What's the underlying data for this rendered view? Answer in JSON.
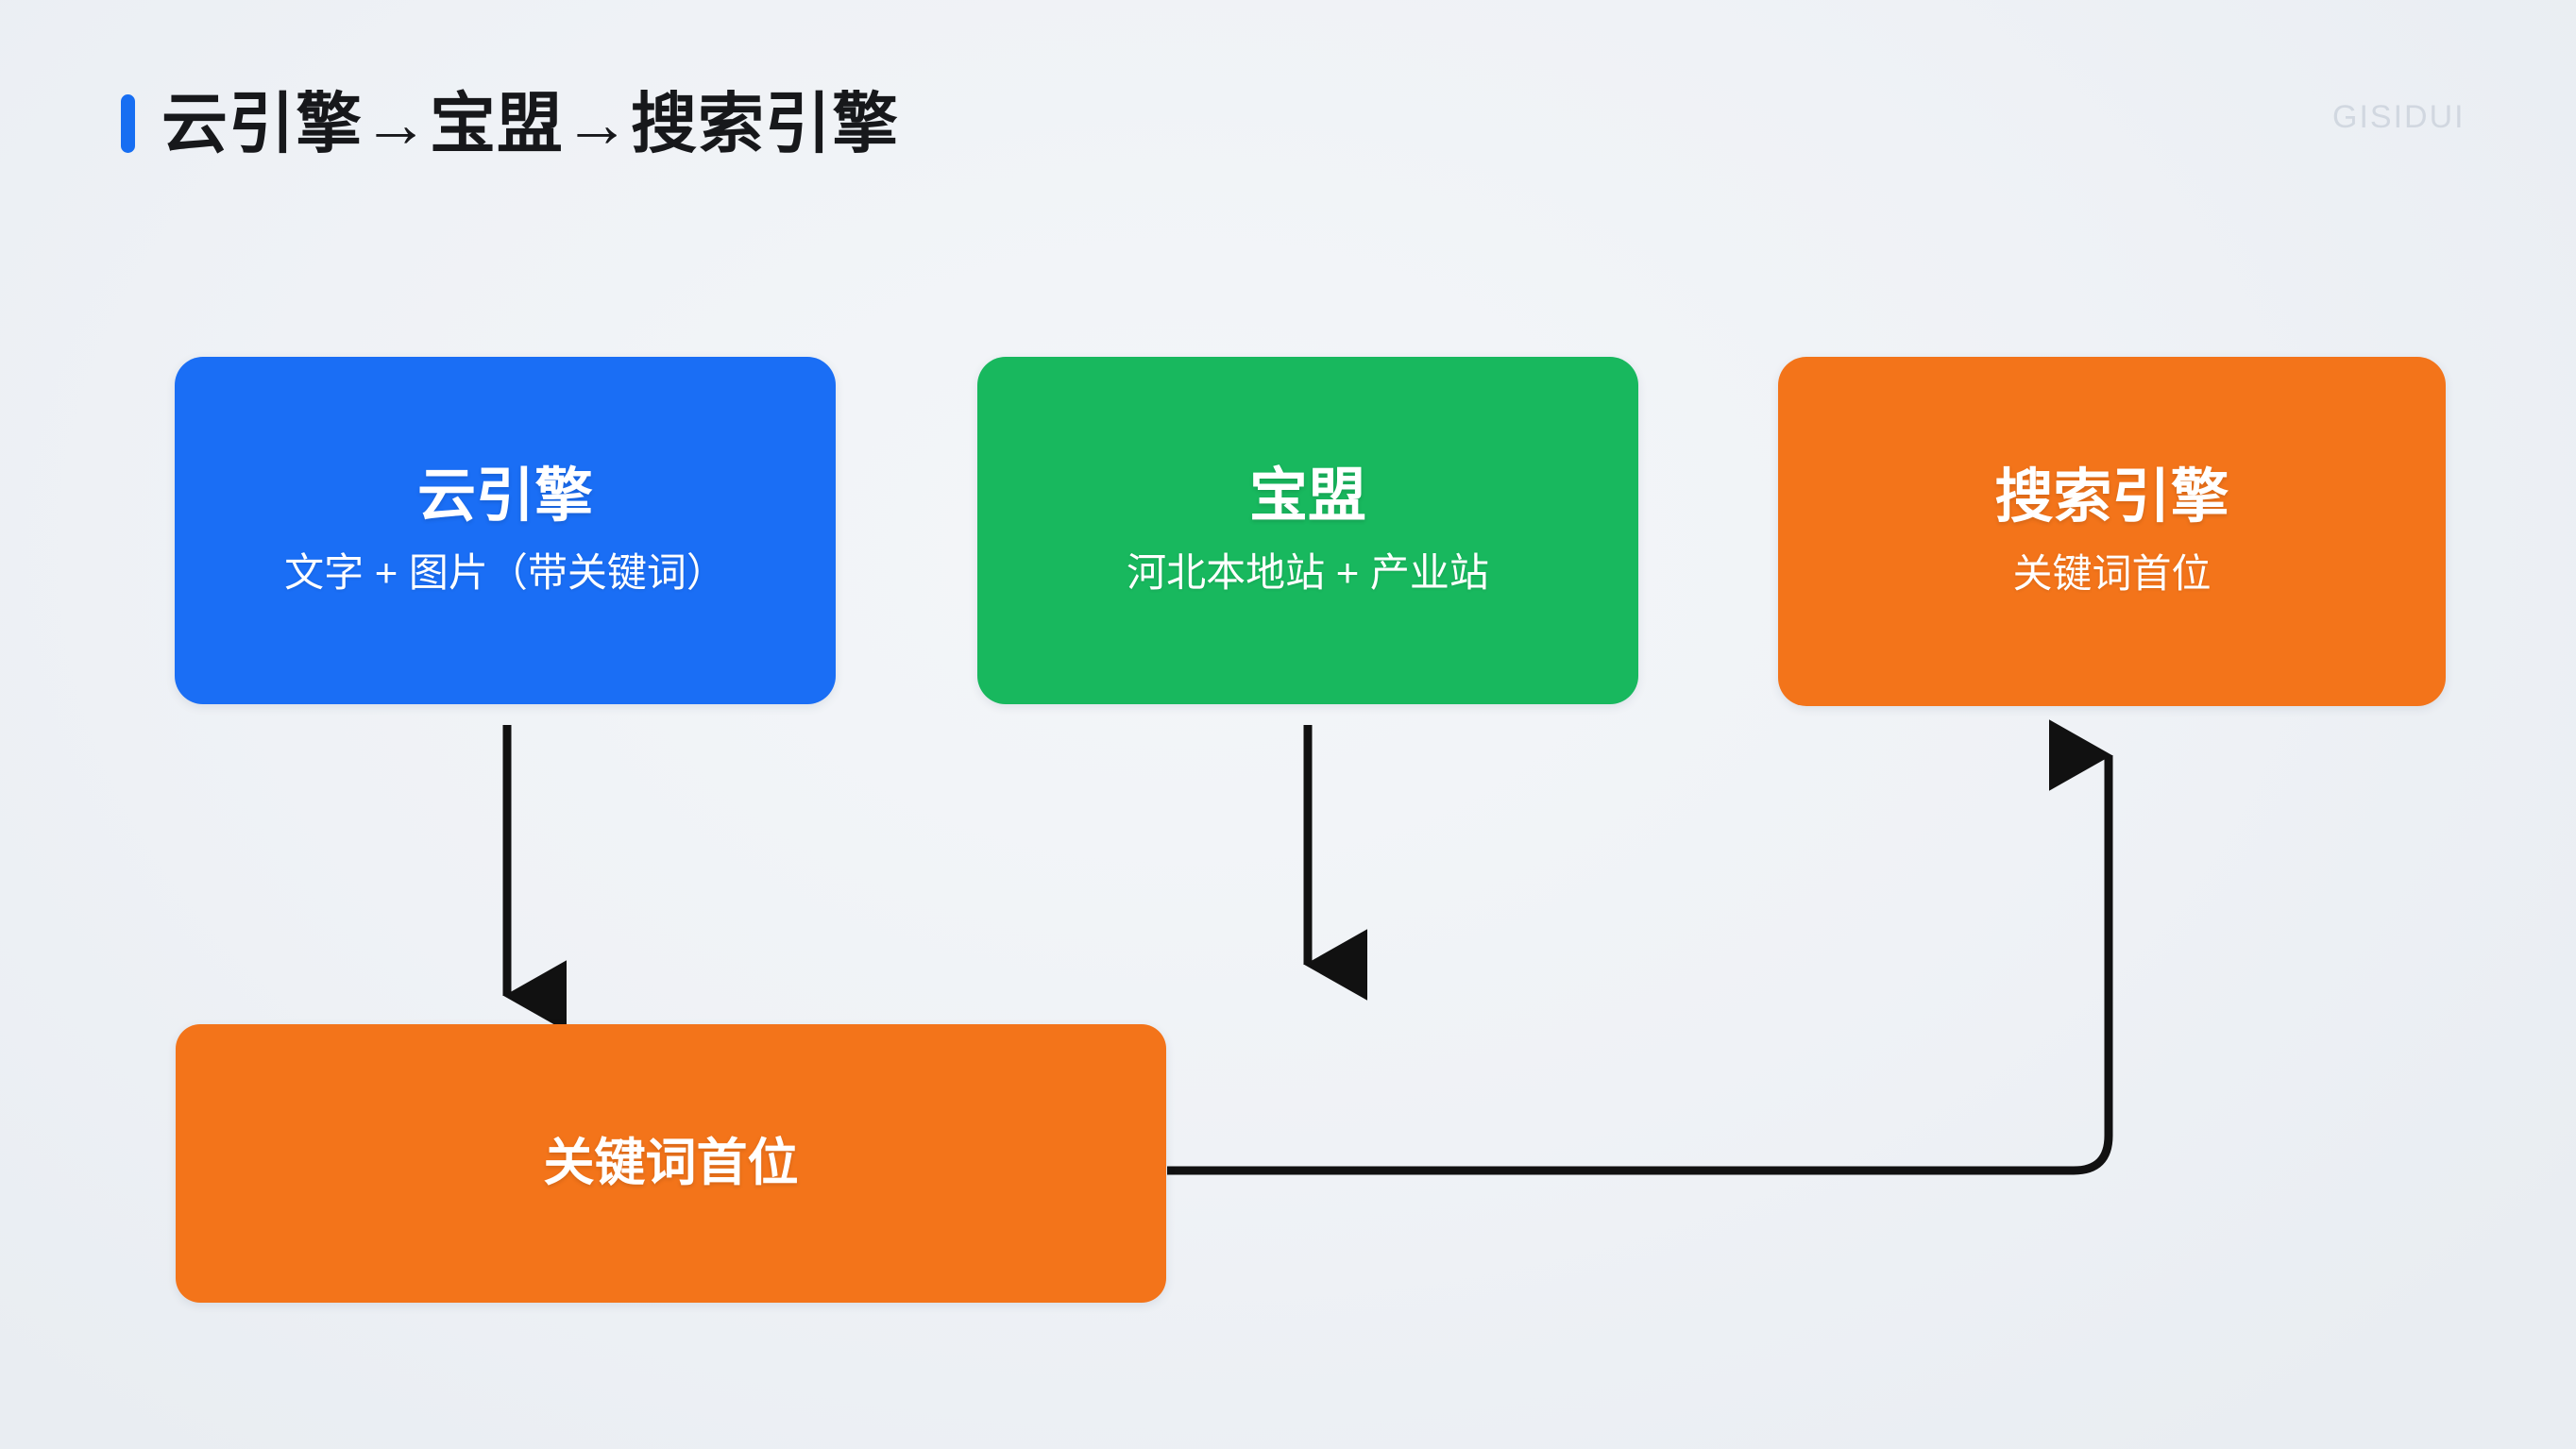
{
  "page": {
    "title": "云引擎→宝盟→搜索引擎",
    "watermark": "GISIDUI",
    "background_color": "#eff2f6"
  },
  "palette": {
    "blue": "#1a6ef5",
    "green": "#18b85e",
    "orange": "#f3741a",
    "accent_bar": "#176ef2",
    "arrow": "#111111",
    "text_on_color": "#ffffff",
    "title_text": "#17181b"
  },
  "diagram": {
    "type": "flowchart",
    "nodes": [
      {
        "id": "cloud-engine",
        "title": "云引擎",
        "subtitle": "文字 + 图片（带关键词）",
        "color": "#1a6ef5"
      },
      {
        "id": "alliance",
        "title": "宝盟",
        "subtitle": "河北本地站 + 产业站",
        "color": "#18b85e"
      },
      {
        "id": "search-engine",
        "title": "搜索引擎",
        "subtitle": "关键词首位",
        "color": "#f3741a"
      },
      {
        "id": "keyword-top",
        "title": "关键词首位",
        "subtitle": "",
        "color": "#f3741a"
      }
    ],
    "edges": [
      {
        "from": "cloud-engine",
        "to": "keyword-top",
        "style": "straight-down"
      },
      {
        "from": "alliance",
        "to": "keyword-top",
        "style": "straight-down"
      },
      {
        "from": "keyword-top",
        "to": "search-engine",
        "style": "elbow-right-up"
      }
    ]
  }
}
